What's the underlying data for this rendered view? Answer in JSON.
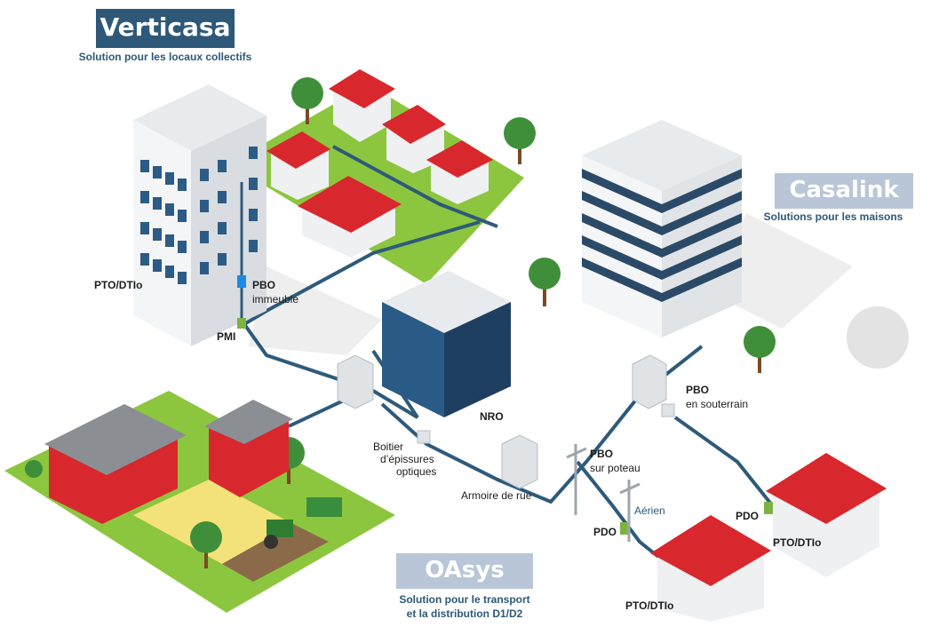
{
  "brands": {
    "verticasa": {
      "title": "Verticasa",
      "subtitle": "Solution pour les locaux collectifs",
      "color": "#2d5878"
    },
    "casalink": {
      "title": "Casalink",
      "subtitle": "Solutions pour les maisons",
      "color": "#b9c6d8"
    },
    "oasys": {
      "title": "OAsys",
      "subtitle_line1": "Solution pour le transport",
      "subtitle_line2": "et la distribution D1/D2",
      "color": "#b9c6d8"
    }
  },
  "subtitle_color": "#2d5878",
  "cable_color": "#2e5a7a",
  "labels": {
    "pto_building": "PTO/DTIo",
    "pbo_building": "PBO",
    "pbo_building_sub": "immeuble",
    "pmi": "PMI",
    "nro": "NRO",
    "pbo_underground": "PBO",
    "pbo_underground_sub": "en souterrain",
    "boitier_line1": "Boitier",
    "boitier_line2": "d’épissures",
    "boitier_line3": "optiques",
    "armoire": "Armoire de rue",
    "pbo_pole": "PBO",
    "pbo_pole_sub": "sur poteau",
    "aerien": "Aérien",
    "pdo_left": "PDO",
    "pdo_right": "PDO",
    "pto_right": "PTO/DTIo",
    "pto_bottom": "PTO/DTIo"
  }
}
